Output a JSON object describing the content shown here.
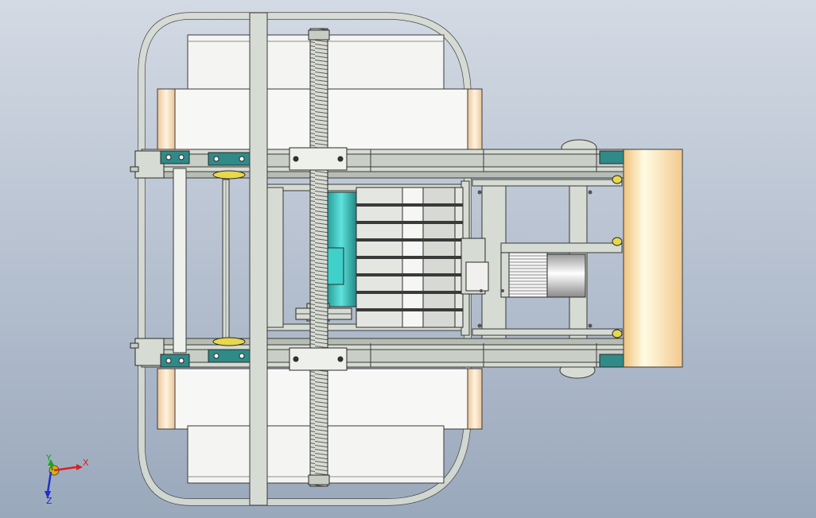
{
  "viewport": {
    "background_top": "#d3dae4",
    "background_bottom": "#9aa8bc"
  },
  "colors": {
    "frame": "#d6dbd3",
    "frame_dark": "#aeb5ac",
    "outline": "#3a3a3a",
    "panel": "#f2f3f1",
    "screw": "#c8cdc4",
    "bearing": "#2f8a88",
    "motor_body": "#e8e8e8",
    "teal_motor": "#2fc2bd",
    "roller_light": "#fffbe3",
    "roller_warm": "#f6cf98",
    "end_pad": "#f3d8b4",
    "nut_yellow": "#e7d84c",
    "axis_x": "#d92020",
    "axis_y": "#1aa41a",
    "axis_z": "#2030c8"
  },
  "triad": {
    "x_label": "X",
    "y_label": "Y",
    "z_label": "Z"
  }
}
